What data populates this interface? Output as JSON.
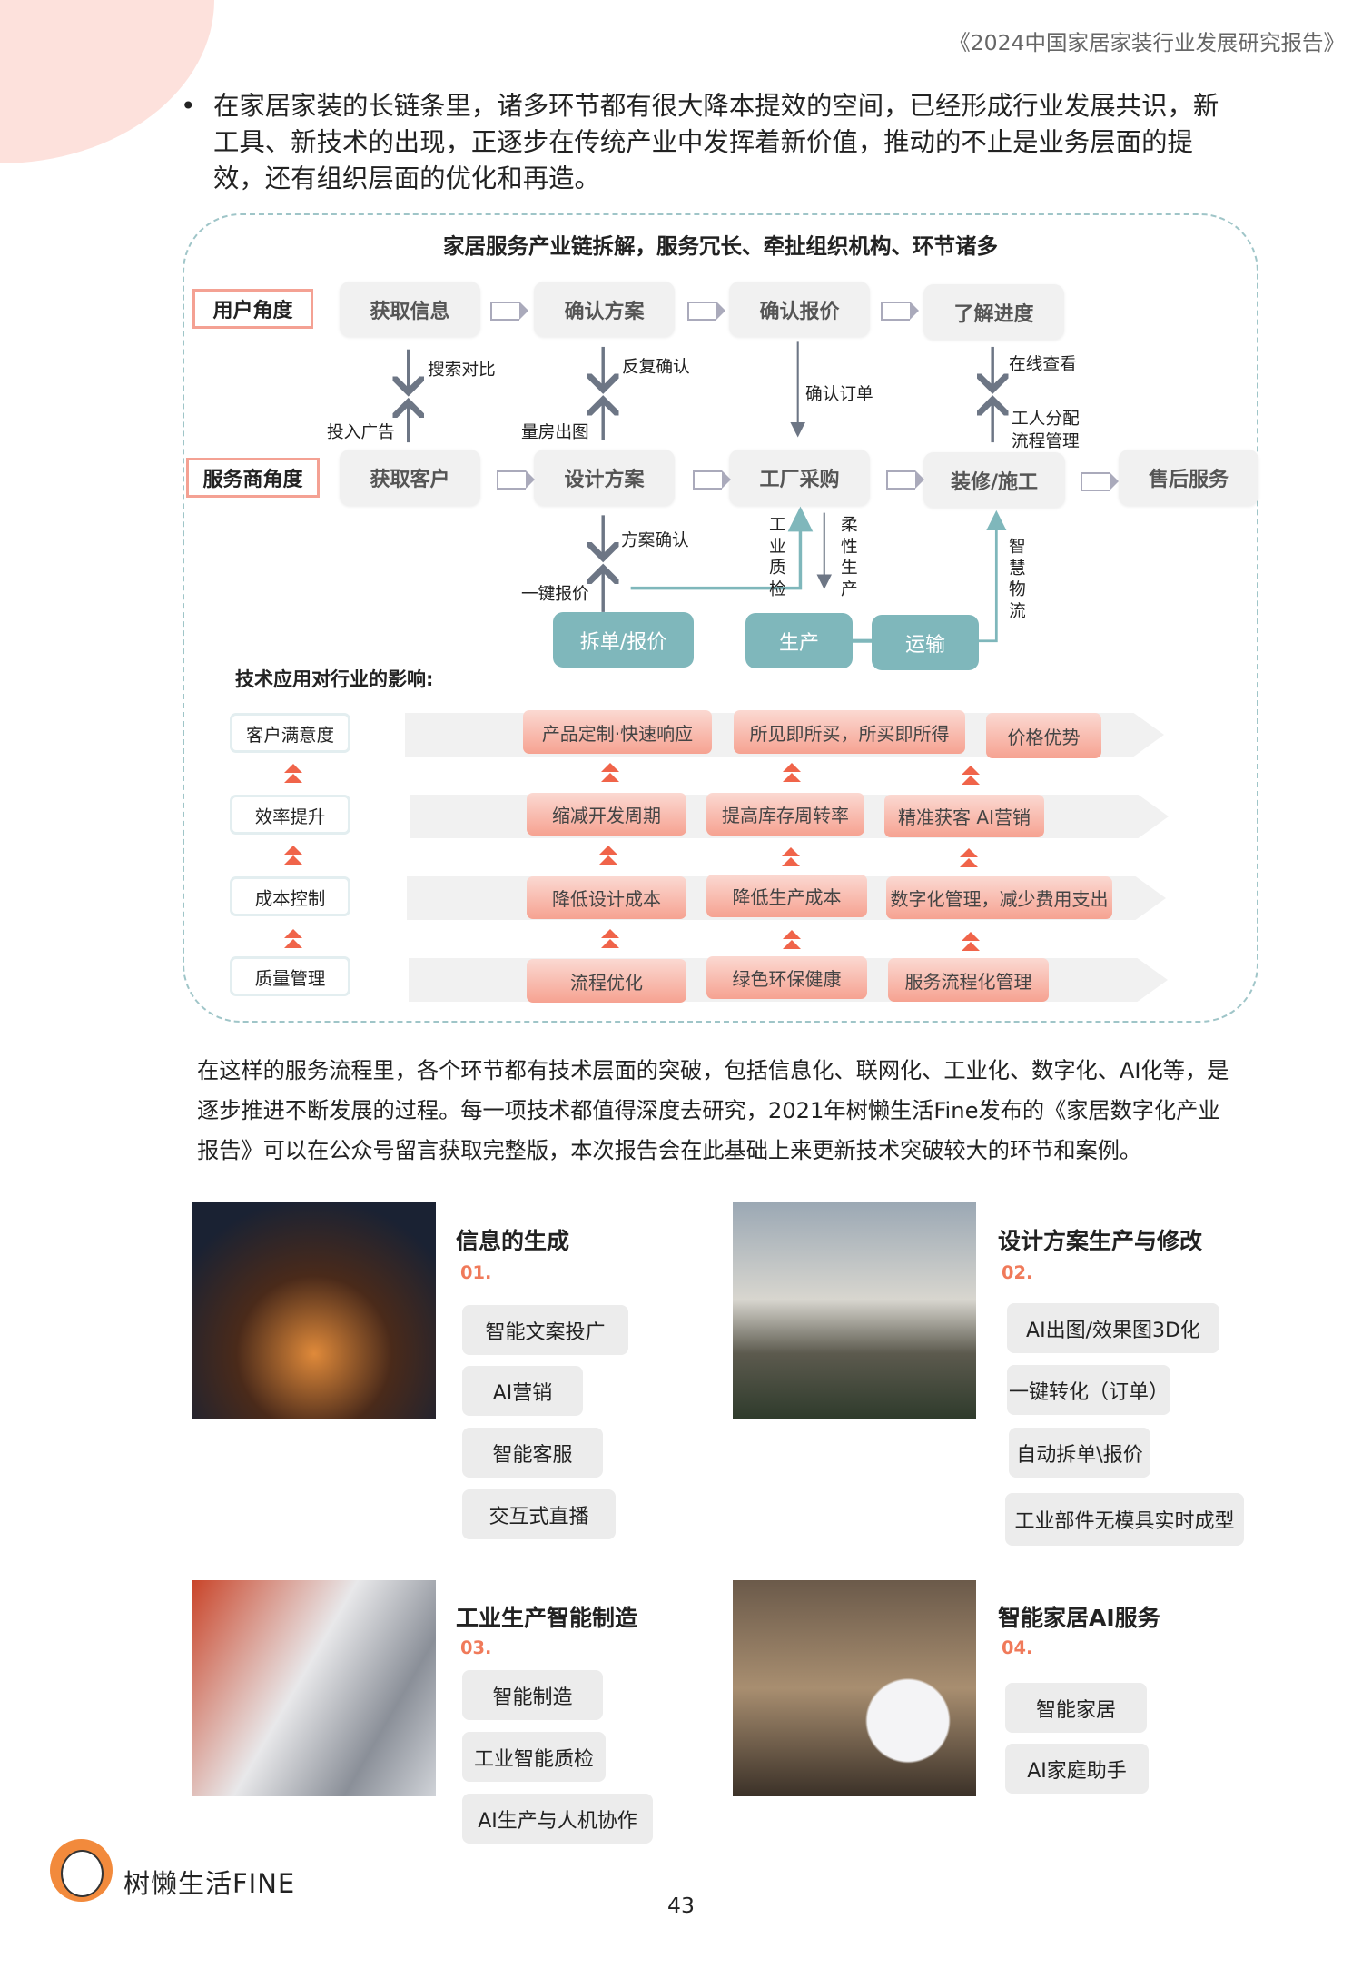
{
  "header": "《2024中国家居家装行业发展研究报告》",
  "bullet": "在家居家装的长链条里，诸多环节都有很大降本提效的空间，已经形成行业发展共识，新工具、新技术的出现，正逐步在传统产业中发挥着新价值，推动的不止是业务层面的提效，还有组织层面的优化和再造。",
  "diagram": {
    "title": "家居服务产业链拆解，服务冗长、牵扯组织机构、环节诸多",
    "user_label": "用户角度",
    "user_steps": [
      "获取信息",
      "确认方案",
      "确认报价",
      "了解进度"
    ],
    "provider_label": "服务商角度",
    "provider_steps": [
      "获取客户",
      "设计方案",
      "工厂采购",
      "装修/施工",
      "售后服务"
    ],
    "links": {
      "a_down": "搜索对比",
      "a_up": "投入广告",
      "b_down": "反复确认",
      "b_up": "量房出图",
      "c_down": "确认订单",
      "d_down": "在线查看",
      "d_up1": "工人分配",
      "d_up2": "流程管理",
      "e_down": "方案确认",
      "e_up": "一键报价",
      "qc": "工业质检",
      "flex": "柔性生产",
      "logistics": "智慧物流"
    },
    "factory_steps": [
      "拆单/报价",
      "生产",
      "运输"
    ]
  },
  "impact": {
    "title": "技术应用对行业的影响:",
    "levels": [
      "客户满意度",
      "效率提升",
      "成本控制",
      "质量管理"
    ],
    "rows": [
      [
        "产品定制·快速响应",
        "所见即所买，所买即所得",
        "价格优势"
      ],
      [
        "缩减开发周期",
        "提高库存周转率",
        "精准获客 AI营销"
      ],
      [
        "降低设计成本",
        "降低生产成本",
        "数字化管理，减少费用支出"
      ],
      [
        "流程优化",
        "绿色环保健康",
        "服务流程化管理"
      ]
    ]
  },
  "paragraph": "在这样的服务流程里，各个环节都有技术层面的突破，包括信息化、联网化、工业化、数字化、AI化等，是逐步推进不断发展的过程。每一项技术都值得深度去研究，2021年树懒生活Fine发布的《家居数字化产业报告》可以在公众号留言获取完整版，本次报告会在此基础上来更新技术突破较大的环节和案例。",
  "cards": [
    {
      "title": "信息的生成",
      "num": "01.",
      "chips": [
        "智能文案投广",
        "AI营销",
        "智能客服",
        "交互式直播"
      ]
    },
    {
      "title": "设计方案生产与修改",
      "num": "02.",
      "chips": [
        "AI出图/效果图3D化",
        "一键转化（订单）",
        "自动拆单\\报价",
        "工业部件无模具实时成型"
      ]
    },
    {
      "title": "工业生产智能制造",
      "num": "03.",
      "chips": [
        "智能制造",
        "工业智能质检",
        "AI生产与人机协作"
      ]
    },
    {
      "title": "智能家居AI服务",
      "num": "04.",
      "chips": [
        "智能家居",
        "AI家庭助手"
      ]
    }
  ],
  "logo": "树懒生活FINE",
  "page_number": "43"
}
